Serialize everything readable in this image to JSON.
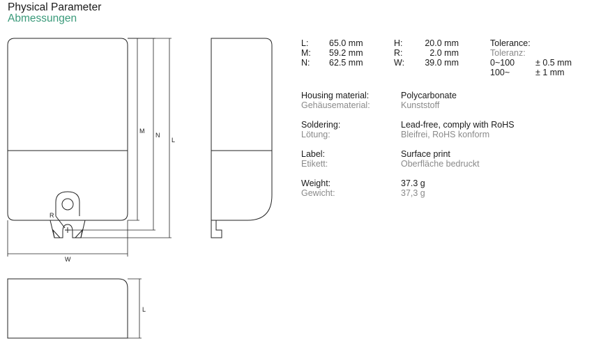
{
  "title": "Physical Parameter",
  "subtitle": "Abmessungen",
  "drawing_labels": {
    "M": "M",
    "N": "N",
    "L": "L",
    "W": "W",
    "R": "R",
    "L2": "L"
  },
  "dimensions": [
    {
      "label": "L:",
      "value": "65.0 mm"
    },
    {
      "label": "M:",
      "value": "59.2 mm"
    },
    {
      "label": "N:",
      "value": "62.5 mm"
    },
    {
      "label": "H:",
      "value": "20.0 mm"
    },
    {
      "label": "R:",
      "value": "2.0 mm"
    },
    {
      "label": "W:",
      "value": "39.0 mm"
    }
  ],
  "tolerance": {
    "label": "Tolerance:",
    "label_de": "Toleranz:",
    "rows": [
      {
        "range": "0~100",
        "value": "± 0.5 mm"
      },
      {
        "range": "100~",
        "value": "± 1 mm"
      }
    ]
  },
  "properties": [
    {
      "label": "Housing material:",
      "label_de": "Gehäusematerial:",
      "value": "Polycarbonate",
      "value_de": "Kunststoff"
    },
    {
      "label": "Soldering:",
      "label_de": "Lötung:",
      "value": "Lead-free, comply with RoHS",
      "value_de": "Bleifrei, RoHS konform"
    },
    {
      "label": "Label:",
      "label_de": "Etikett:",
      "value": "Surface print",
      "value_de": "Oberfläche bedruckt"
    },
    {
      "label": "Weight:",
      "label_de": "Gewicht:",
      "value": "37.3 g",
      "value_de": "37,3 g"
    }
  ]
}
